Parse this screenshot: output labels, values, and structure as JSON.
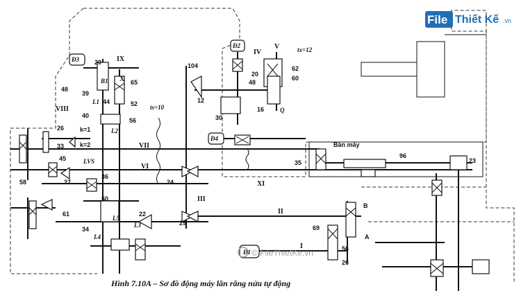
{
  "logo": {
    "word1": "File",
    "word2": "Thiết Kế",
    "domain": ".vn"
  },
  "watermark": "© FileThietKe.vn",
  "caption": "Hình 7.10A – Sơ đồ động máy lăn răng nửa tự động",
  "shaft_labels": [
    "I",
    "II",
    "III",
    "IV",
    "V",
    "VI",
    "VII",
    "VIII",
    "IX",
    "X",
    "XI"
  ],
  "component_labels": {
    "motor_main": "Đ1",
    "motor_2": "Đ2",
    "motor_3": "Đ3",
    "motor_4": "Đ4",
    "table": "Bàn máy",
    "lvs": "LVS",
    "l1": "L1",
    "l2": "L2",
    "l3": "L3",
    "l4": "L4",
    "l5": "L5",
    "ts": "ts=10",
    "tx": "tx=12",
    "q": "Q",
    "a": "A",
    "b": "B",
    "b1": "B1"
  },
  "gear_numbers": [
    "20",
    "48",
    "39",
    "44",
    "40",
    "65",
    "52",
    "56",
    "26",
    "33",
    "45",
    "58",
    "27",
    "36",
    "24",
    "50",
    "61",
    "34",
    "22",
    "29",
    "104",
    "12",
    "30",
    "16",
    "48",
    "20",
    "62",
    "60",
    "35",
    "96",
    "23",
    "69",
    "56",
    "26",
    "k=1",
    "k=2"
  ]
}
